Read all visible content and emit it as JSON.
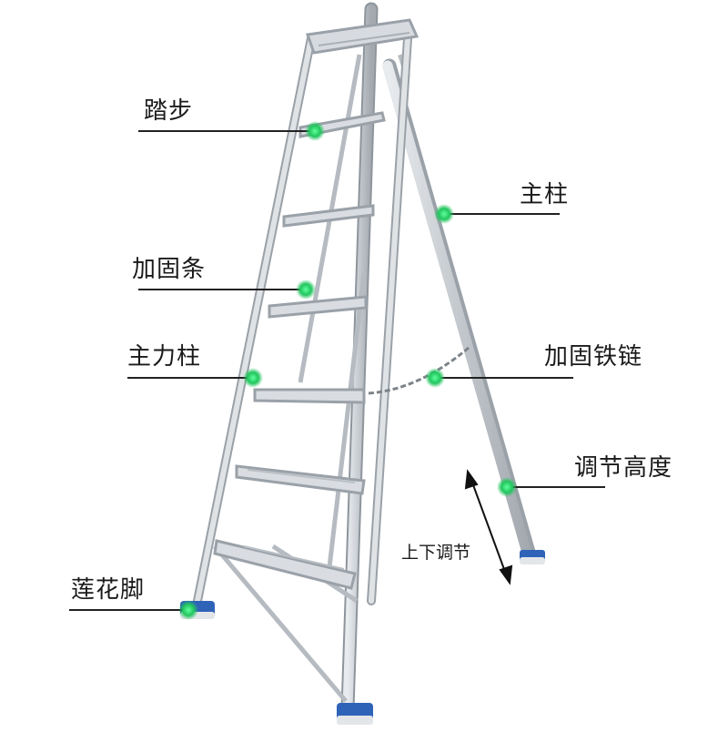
{
  "callouts": [
    {
      "id": "tabu",
      "text": "踏步"
    },
    {
      "id": "zhuzhu",
      "text": "主柱"
    },
    {
      "id": "jiagutiao",
      "text": "加固条"
    },
    {
      "id": "zhulizhu",
      "text": "主力柱"
    },
    {
      "id": "jiagutielian",
      "text": "加固铁链"
    },
    {
      "id": "tiaojiegaodu",
      "text": "调节高度"
    },
    {
      "id": "lianhuajiao",
      "text": "莲花脚"
    }
  ],
  "adjust_hint": "上下调节",
  "colors": {
    "marker": "#2ecc71",
    "leader_line": "#222222",
    "aluminum": "#c9ced3",
    "aluminum_dark": "#9aa1a8",
    "foot_blue": "#2f63b8"
  }
}
